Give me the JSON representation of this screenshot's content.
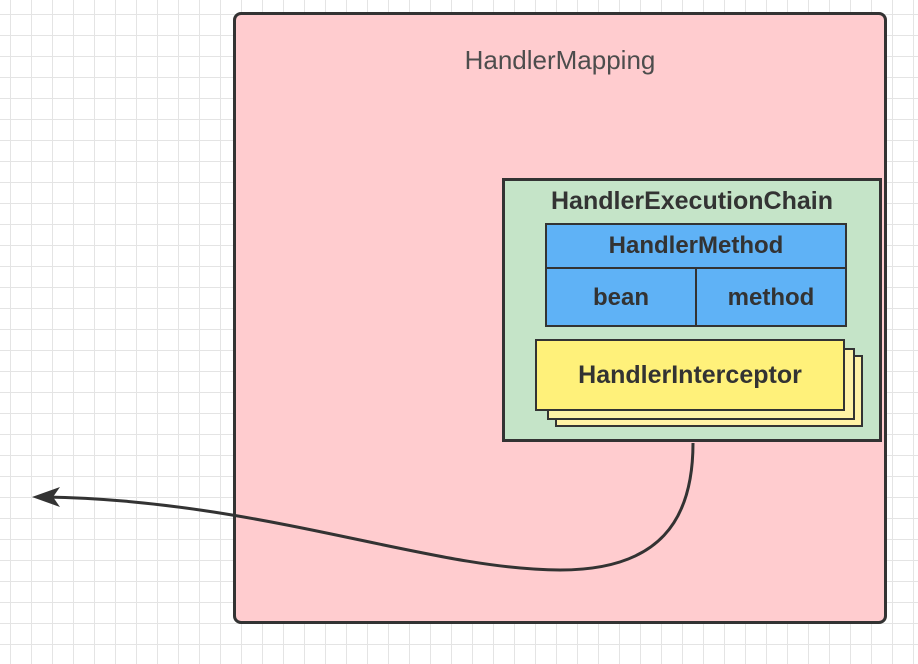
{
  "diagram": {
    "mapping_title": "HandlerMapping",
    "chain_title": "HandlerExecutionChain",
    "handler_method": {
      "title": "HandlerMethod",
      "fields": [
        "bean",
        "method"
      ]
    },
    "interceptor_label": "HandlerInterceptor",
    "colors": {
      "mapping_fill": "#ffcccf",
      "chain_fill": "#c5e4c8",
      "method_fill": "#5fb2f6",
      "interceptor_fill": "#fff17a",
      "stroke": "#333333"
    }
  }
}
